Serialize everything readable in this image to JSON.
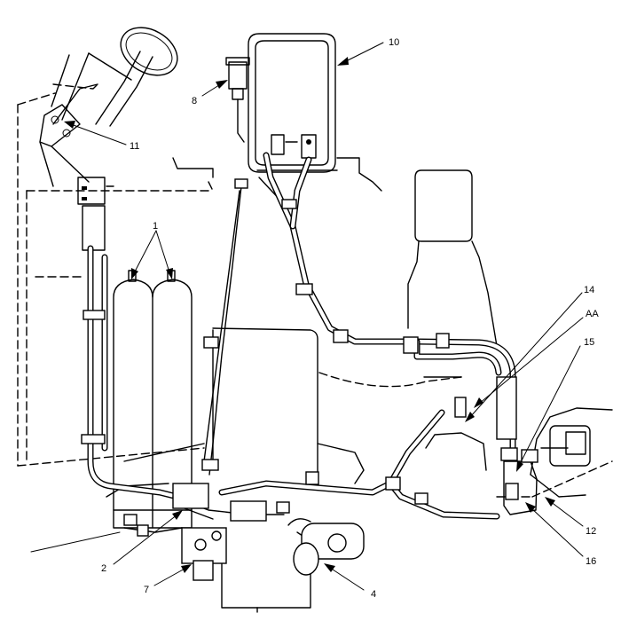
{
  "callouts": [
    {
      "id": "c10",
      "label": "10"
    },
    {
      "id": "c8",
      "label": "8"
    },
    {
      "id": "c11",
      "label": "11"
    },
    {
      "id": "c1",
      "label": "1"
    },
    {
      "id": "c14",
      "label": "14"
    },
    {
      "id": "cAA",
      "label": "AA"
    },
    {
      "id": "c15",
      "label": "15"
    },
    {
      "id": "c12",
      "label": "12"
    },
    {
      "id": "c16",
      "label": "16"
    },
    {
      "id": "c2",
      "label": "2"
    },
    {
      "id": "c7",
      "label": "7"
    },
    {
      "id": "c4",
      "label": "4"
    }
  ]
}
